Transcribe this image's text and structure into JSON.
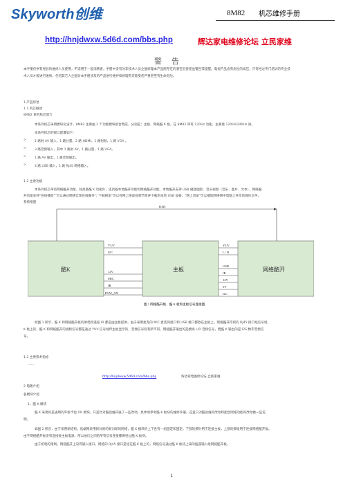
{
  "header": {
    "logo": "Skyworth创维",
    "model": "8M82",
    "title": "机芯维修手册"
  },
  "top_url": "http://hnjdwxw.5d6d.com/bbs.php",
  "top_forum": "辉达家电维修论坛 立民家维",
  "warning_title": "警告",
  "warning_lines": [
    "本手册仅供有经验的维修人员使用，不适用于一般消费者，手册中没有对非技术人员企图修理本产品而存在的潜在危害提出警告或提醒。电视产品含有危险的高压，只有经过专门培训的专业技",
    "术人员才能进行维修。任何其它人企图对本手册涉及的产品进行维护和修理有可能受伤严重甚至有生命危险。"
  ],
  "section1": "1 产品综述",
  "section11": "1.1 机芯概述",
  "chip_intro": "8M82 系列机芯简介",
  "intro_lines": [
    "本系列机芯采用模块化设计。8M82 主要由 2 个功能模块组合而成，分别是：主板、网络酷 K 板。在 8M82 带有 120Hz 功能，主要能 120Hz/240Hz 屏。",
    "本系列机芯的接口配置如下："
  ],
  "bullets": [
    "1 路射 AV 输入，1 路分量，2 路 HDMI，1 路射频，1 路 VGA 。",
    "3 路音频输入，其中 1 路射 AV，1 路分量，1 路 VGA。",
    "1 路 AV 输出，1 路音频输出。",
    "4 路 USB 输入，1 路 RJ45 网络输入。"
  ],
  "section12": "1.2 主要功能",
  "func_lines": [
    "本系列机芯带有网络酷开功能，除具备酷 K 功能外，还具备本地酷开功能和网络酷开功能。本地酷开支持 USB 播放图影、音乐视频（音乐、图片、文本），网络酷",
    "开功能支持\"在线播放\"\"可以通过网络实现在线服务\";\"下载搜索\"可以在网上搜索视频节目并下载到本地 USB 设备；\"网上浏览\"可以播放网络网中电脑上共享的媒体文件。",
    "系统框图"
  ],
  "diagram": {
    "blocks": [
      "酷K",
      "主板",
      "网络酷开"
    ],
    "top_bus": "RJ45",
    "left_signals": [
      "YUV",
      "I2C",
      "12V",
      "MIC",
      "IR",
      "POW_ON"
    ],
    "right_top_signals": [
      "YUV",
      "L / R"
    ],
    "right_bottom_signals": [
      "USB",
      "IR",
      "12V",
      "5V",
      "I2C"
    ],
    "caption": "图 1  网络酷开板、酷 K 板和主板信号连接图"
  },
  "after_lines": [
    "如图 1 所示，酷 K 和网络酷开板的供电和遥控 IR 都是由主板提供。由于采用麦克的 MIC 麦克风接口和 USB 接口都放在主板上，网络酷开得到的 RJ45 接口经信号经",
    "K 板上的，酷 K 和网络酷开的视频信号都是通过 YUV 信号线传主板显示的，音频信号则有所不同，网络酷开输出的是模拟 L/R 音频信号，而酷 K 输出的是 I2S 数字音频信",
    "号。"
  ],
  "section13": "1.3 主要技术指标",
  "dots": "……",
  "footer_link_url": "http://hnjdwxw.5d6d.com/bbs.php",
  "footer_link_forum": "辉达家电维修论坛 立民家维",
  "section2": "2 电路介绍",
  "section2_sub": "各模块介绍",
  "sec_k": "1、酷 K 模块",
  "k_lines": [
    "酷 K 采用的是通用的平板卡拉 OK 模块，只是针对酷创维开展了一些改动，具体请参考酷 K 板块的维修手册。这里只对酷创维的改动和配合网络功能的改动做一些说",
    "明。",
    "如图 2 所示，由于采用新结构，低端网采用新对新的新对新的网络，酷 K 模块的上下各有一组固定和固定，下部的那针用于连接主板，上部的那组用于连接网络酷开板。",
    "由于网络酷开板没有直接接主板电源，所以他们之间的所有信号连接都要经过酷 K 板块。",
    "由于机电的限制，网络酷开上没有输入接口，网络的 RJ45 接口是经在酷 K 板上的，网络信号通过酷 K 板块上来的插座输入给网络酷开板。"
  ],
  "page_number": "1"
}
